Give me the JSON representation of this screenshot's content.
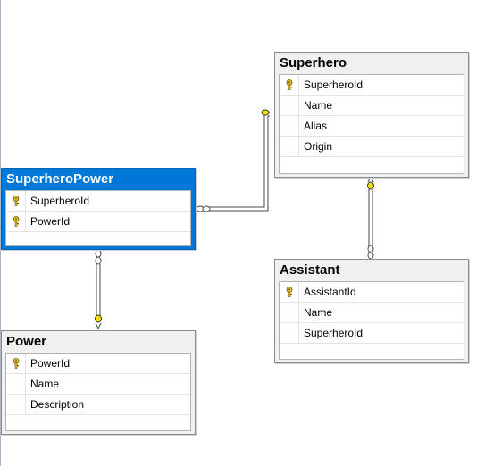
{
  "tables": {
    "superhero": {
      "title": "Superhero",
      "columns": [
        {
          "name": "SuperheroId",
          "key": true
        },
        {
          "name": "Name",
          "key": false
        },
        {
          "name": "Alias",
          "key": false
        },
        {
          "name": "Origin",
          "key": false
        }
      ]
    },
    "superheroPower": {
      "title": "SuperheroPower",
      "selected": true,
      "columns": [
        {
          "name": "SuperheroId",
          "key": true
        },
        {
          "name": "PowerId",
          "key": true
        }
      ]
    },
    "assistant": {
      "title": "Assistant",
      "columns": [
        {
          "name": "AssistantId",
          "key": true
        },
        {
          "name": "Name",
          "key": false
        },
        {
          "name": "SuperheroId",
          "key": false
        }
      ]
    },
    "power": {
      "title": "Power",
      "columns": [
        {
          "name": "PowerId",
          "key": true
        },
        {
          "name": "Name",
          "key": false
        },
        {
          "name": "Description",
          "key": false
        }
      ]
    }
  },
  "relationships": [
    {
      "from": "SuperheroPower",
      "to": "Superhero"
    },
    {
      "from": "SuperheroPower",
      "to": "Power"
    },
    {
      "from": "Assistant",
      "to": "Superhero"
    }
  ],
  "colors": {
    "selected_header": "#0078d7",
    "key_icon": "#e8c22a",
    "connector": "#4a4a4a"
  }
}
